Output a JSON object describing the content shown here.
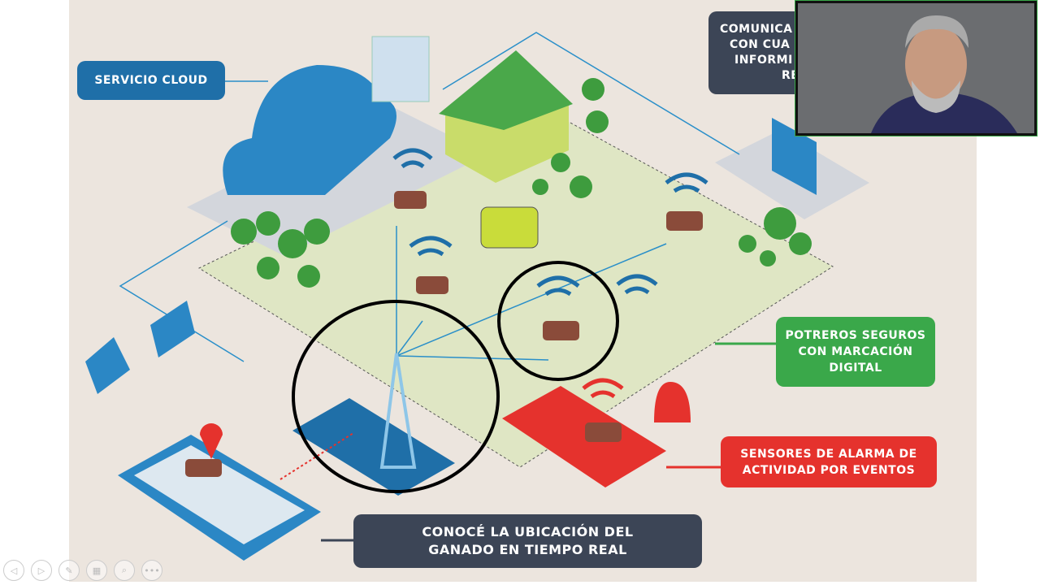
{
  "slide": {
    "labels": {
      "cloud": "SERVICIO CLOUD",
      "communication": [
        "COMUNICA",
        "CON CUA",
        "INFORMI",
        "RE"
      ],
      "paddocks": [
        "POTREROS SEGUROS",
        "CON MARCACIÓN",
        "DIGITAL"
      ],
      "alarm": [
        "SENSORES DE ALARMA DE",
        "ACTIVIDAD POR EVENTOS"
      ],
      "location": [
        "CONOCÉ LA UBICACIÓN DEL",
        "GANADO EN TIEMPO REAL"
      ]
    },
    "colors": {
      "blue": "#1f6fa8",
      "green": "#3aa84a",
      "red": "#e5322d",
      "dark": "#3c4556",
      "background": "#ece5de"
    }
  },
  "video": {
    "icon": "participant-video"
  },
  "controls": [
    {
      "icon": "previous-icon",
      "glyph": "◁"
    },
    {
      "icon": "next-icon",
      "glyph": "▷"
    },
    {
      "icon": "pen-icon",
      "glyph": "✎"
    },
    {
      "icon": "slides-icon",
      "glyph": "▦"
    },
    {
      "icon": "zoom-icon",
      "glyph": "⌕"
    },
    {
      "icon": "more-icon",
      "glyph": "•••"
    }
  ]
}
